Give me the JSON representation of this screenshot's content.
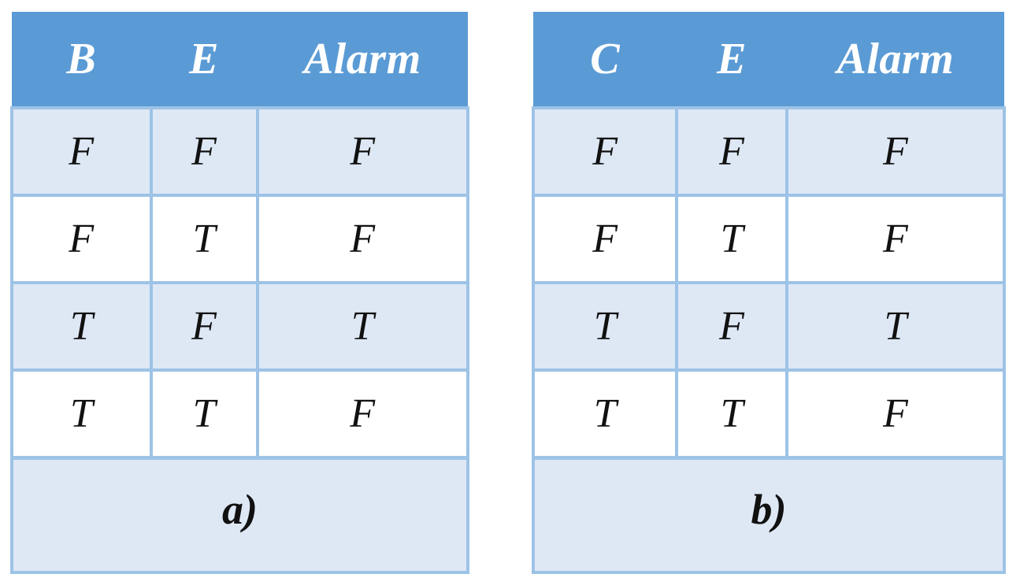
{
  "figure": {
    "background_color": "#FFFFFF",
    "header_color": "#5B9BD5",
    "band_color": "#DEE8F5",
    "border_color": "#9DC3E6",
    "text_color": "#111111",
    "header_text_color": "#FFFFFF"
  },
  "tables": [
    {
      "id": "a",
      "caption": "a)",
      "headers": [
        "B",
        "E",
        "Alarm"
      ],
      "rows": [
        [
          "F",
          "F",
          "F"
        ],
        [
          "F",
          "T",
          "F"
        ],
        [
          "T",
          "F",
          "T"
        ],
        [
          "T",
          "T",
          "F"
        ]
      ]
    },
    {
      "id": "b",
      "caption": "b)",
      "headers": [
        "C",
        "E",
        "Alarm"
      ],
      "rows": [
        [
          "F",
          "F",
          "F"
        ],
        [
          "F",
          "T",
          "F"
        ],
        [
          "T",
          "F",
          "T"
        ],
        [
          "T",
          "T",
          "F"
        ]
      ]
    }
  ]
}
